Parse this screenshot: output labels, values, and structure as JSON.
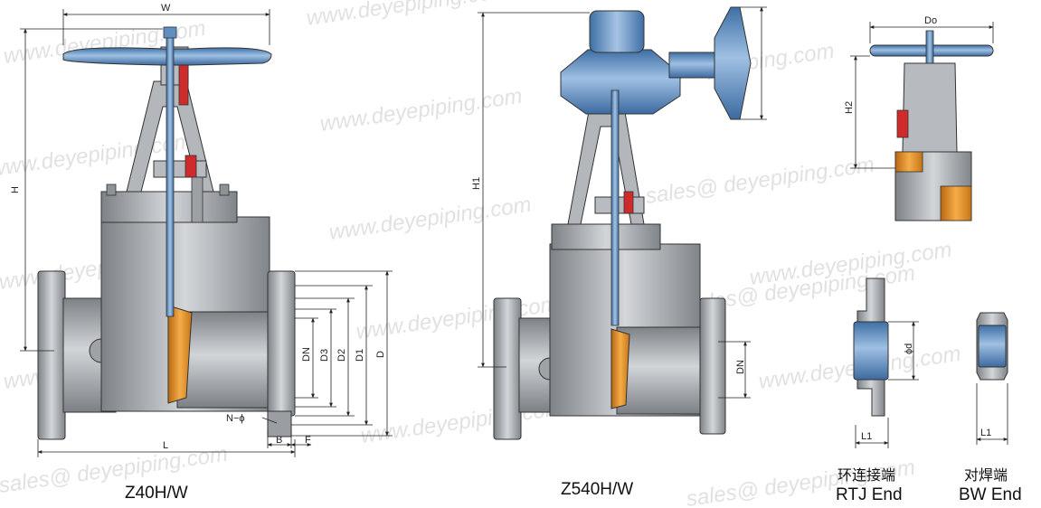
{
  "figures": {
    "z40": {
      "caption": "Z40H/W",
      "dims": {
        "w": "W",
        "h": "H",
        "dn": "DN",
        "d3": "D3",
        "d2": "D2",
        "d1": "D1",
        "d": "D",
        "l": "L",
        "n_phi": "N−ϕ",
        "b": "B",
        "f": "F"
      }
    },
    "z540": {
      "caption": "Z540H/W",
      "dims": {
        "h1": "H1",
        "dn": "DN"
      }
    },
    "small": {
      "dims": {
        "do": "Do",
        "h2": "H2"
      }
    },
    "rtj": {
      "caption_cn": "环连接端",
      "caption_en": "RTJ End",
      "dims": {
        "phi_d": "ϕd",
        "l1": "L1"
      }
    },
    "bw": {
      "caption_cn": "对焊端",
      "caption_en": "BW End",
      "dims": {
        "l1": "L1"
      }
    }
  },
  "watermarks": {
    "site": "www.deyepiping.com",
    "mail": "sales@ deyepiping.com"
  },
  "colors": {
    "body_gray": "#a9adb1",
    "stem_blue": "#5f8fc1",
    "gearbox_blue": "#6e96c4",
    "seat_orange": "#e8901e",
    "packing_red": "#cf2b2b",
    "line": "#222222"
  }
}
